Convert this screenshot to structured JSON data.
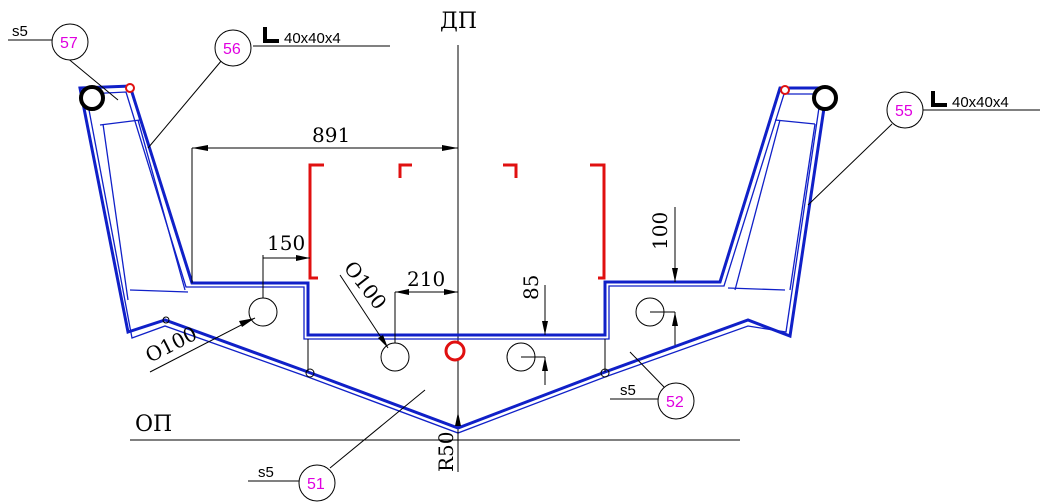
{
  "reference_lines": {
    "center": "ДП",
    "base": "ОП"
  },
  "dimensions": {
    "half_width": "891",
    "offset_150": "150",
    "offset_210": "210",
    "height_100": "100",
    "height_85": "85",
    "radius": "R50",
    "hole_left": "O100",
    "hole_center": "O100"
  },
  "callouts": {
    "p57": {
      "number": "57",
      "thickness": "s5"
    },
    "p56": {
      "number": "56",
      "profile": "40x40x4"
    },
    "p55": {
      "number": "55",
      "profile": "40x40x4"
    },
    "p52": {
      "number": "52",
      "thickness": "s5"
    },
    "p51": {
      "number": "51",
      "thickness": "s5"
    }
  },
  "colors": {
    "plate": "#1020c8",
    "frame": "#e01010",
    "bubble_text": "#e000e0",
    "lines": "#000000"
  },
  "icons": {
    "angle_profile": "angle-profile-icon"
  }
}
